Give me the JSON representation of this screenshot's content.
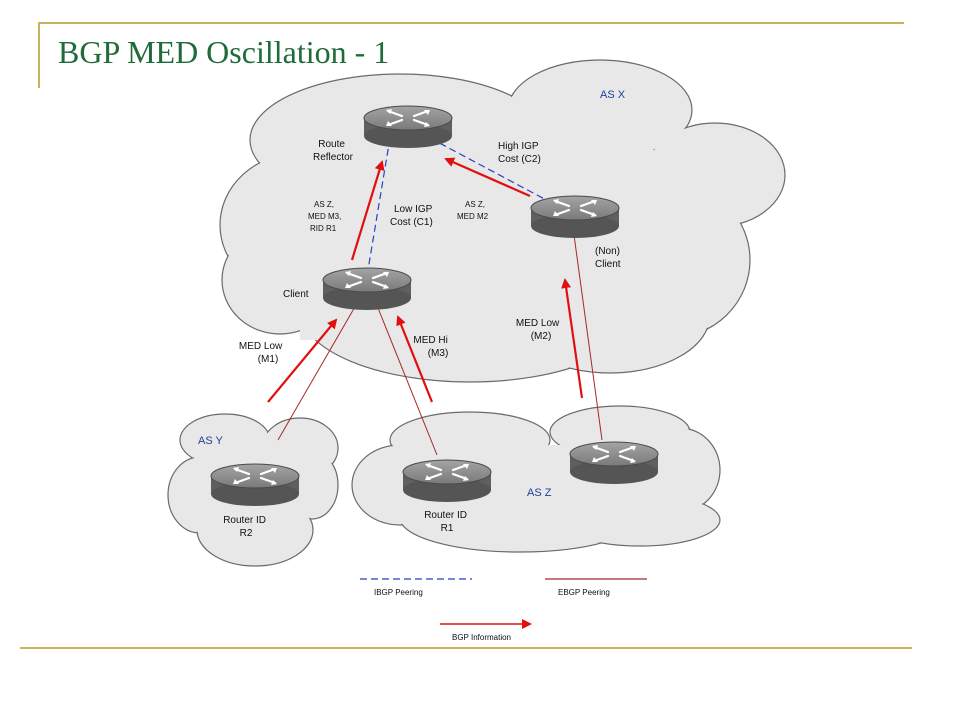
{
  "slide": {
    "title": "BGP MED Oscillation - 1"
  },
  "colors": {
    "accent_rule": "#c8b25a",
    "title": "#1f6b3a",
    "ebgp_red": "#e01010",
    "ebgp_line": "#a82828",
    "ibgp_blue": "#2a3fc4",
    "as_label": "#1f3f9a",
    "cloud_fill": "#e8e8e8",
    "router_body": "#6f6f6f"
  },
  "diagram": {
    "clouds": [
      {
        "id": "as-x",
        "label": "AS X"
      },
      {
        "id": "as-y",
        "label": "AS Y"
      },
      {
        "id": "as-z",
        "label": "AS Z"
      }
    ],
    "routers": [
      {
        "id": "route-reflector",
        "label_lines": [
          "Route",
          "Reflector"
        ]
      },
      {
        "id": "client",
        "label_lines": [
          "Client"
        ]
      },
      {
        "id": "non-client",
        "label_lines": [
          "(Non)",
          "Client"
        ]
      },
      {
        "id": "r2",
        "label_lines": [
          "Router ID",
          "R2"
        ]
      },
      {
        "id": "r1",
        "label_lines": [
          "Router ID",
          "R1"
        ]
      },
      {
        "id": "asz-right",
        "label_lines": []
      }
    ],
    "annotations": [
      {
        "id": "high-igp",
        "lines": [
          "High IGP",
          "Cost (C2)"
        ]
      },
      {
        "id": "low-igp",
        "lines": [
          "Low IGP",
          "Cost (C1)"
        ]
      },
      {
        "id": "route-asz-m3",
        "lines": [
          "AS Z,",
          "MED M3,",
          "RID R1"
        ]
      },
      {
        "id": "route-asz-m2",
        "lines": [
          "AS Z,",
          "MED M2"
        ]
      },
      {
        "id": "med-low-m1",
        "lines": [
          "MED Low",
          "(M1)"
        ]
      },
      {
        "id": "med-hi-m3",
        "lines": [
          "MED Hi",
          "(M3)"
        ]
      },
      {
        "id": "med-low-m2",
        "lines": [
          "MED Low",
          "(M2)"
        ]
      }
    ],
    "legend": {
      "ibgp": "IBGP Peering",
      "ebgp": "EBGP Peering",
      "bgp_info": "BGP Information"
    },
    "icon_names": [
      "router-icon",
      "arrow-icon"
    ]
  }
}
